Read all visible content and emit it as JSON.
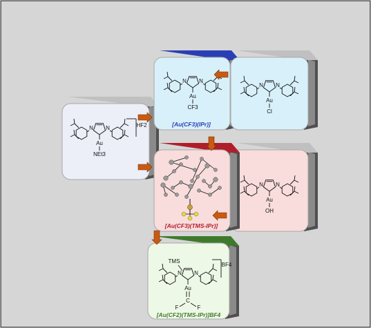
{
  "colors": {
    "background": "#d6d6d6",
    "frame": "#3a3a3a",
    "arrow": "#c85a12",
    "blue_box": "#d8f0fa",
    "blue_accent": "#2a3fb5",
    "red_box": "#f9dcdc",
    "red_accent": "#b01e2a",
    "lavender_box": "#eceef8",
    "green_box": "#eef8e6",
    "green_accent": "#3f7a2c",
    "ball": "#9a9a9a",
    "fluorine": "#e6d84a"
  },
  "boxes": {
    "top_left": {
      "caption": "[Au(CF3)(IPr)]",
      "au": "Au",
      "ligand": "CF3",
      "n": "N"
    },
    "top_right": {
      "au": "Au",
      "ligand": "Cl",
      "n": "N"
    },
    "middle_left": {
      "au": "Au",
      "ligand": "NEt3",
      "counter": "HF2",
      "n": "N"
    },
    "middle_center": {
      "caption": "[Au(CF3)(TMS-IPr)]"
    },
    "middle_right": {
      "au": "Au",
      "ligand": "OH",
      "n": "N"
    },
    "bottom": {
      "caption": "[Au(CF2)(TMS-IPr)]BF4",
      "au": "Au",
      "carbene": "C",
      "f": "F",
      "tms": "TMS",
      "counter": "BF4",
      "n": "N"
    }
  }
}
